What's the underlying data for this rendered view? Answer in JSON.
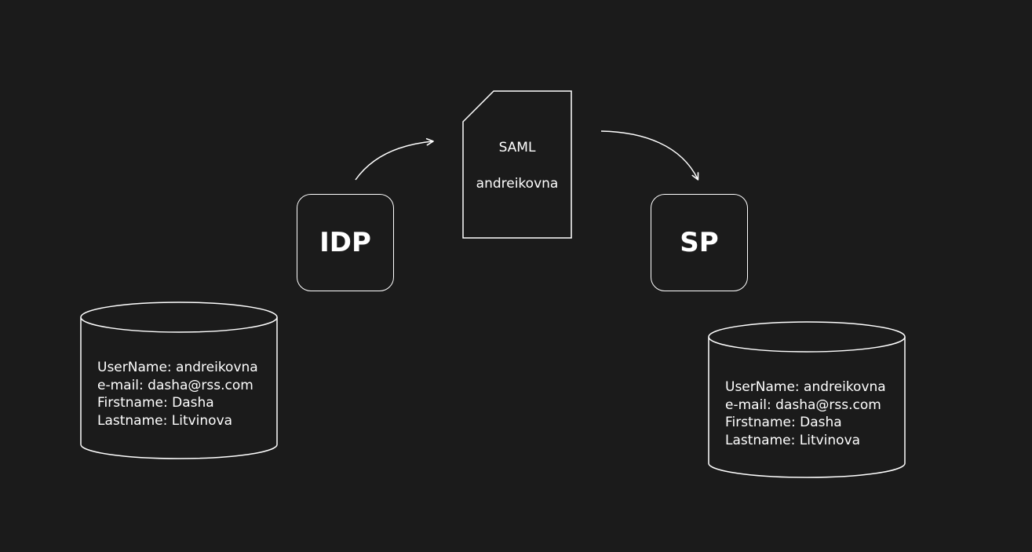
{
  "diagram": {
    "idp_label": "IDP",
    "sp_label": "SP",
    "document": {
      "title": "SAML",
      "user": "andreikovna"
    },
    "idp_db": {
      "lines": [
        "UserName: andreikovna",
        "e-mail: dasha@rss.com",
        "Firstname: Dasha",
        "Lastname: Litvinova"
      ]
    },
    "sp_db": {
      "lines": [
        "UserName: andreikovna",
        "e-mail: dasha@rss.com",
        "Firstname: Dasha",
        "Lastname: Litvinova"
      ]
    },
    "colors": {
      "background": "#1b1b1b",
      "stroke": "#ffffff"
    }
  }
}
